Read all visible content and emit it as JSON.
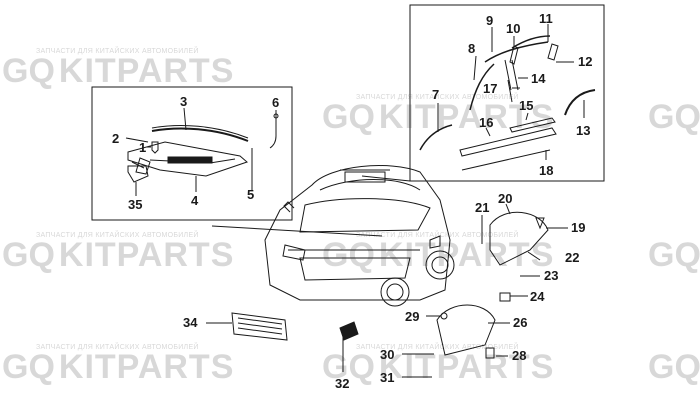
{
  "watermark": {
    "brand": "KITPARTS",
    "tagline": "ЗАПЧАСТИ ДЛЯ КИТАЙСКИХ АВТОМОБИЛЕЙ"
  },
  "callouts": {
    "c1": "1",
    "c2": "2",
    "c3": "3",
    "c4": "4",
    "c5": "5",
    "c6": "6",
    "c7": "7",
    "c8": "8",
    "c9": "9",
    "c10": "10",
    "c11": "11",
    "c12": "12",
    "c13": "13",
    "c14": "14",
    "c15": "15",
    "c16": "16",
    "c17": "17",
    "c18": "18",
    "c19": "19",
    "c20": "20",
    "c21": "21",
    "c22": "22",
    "c23": "23",
    "c24": "24",
    "c26": "26",
    "c28": "28",
    "c29": "29",
    "c30": "30",
    "c31": "31",
    "c32": "32",
    "c34": "34",
    "c35": "35"
  },
  "colors": {
    "line": "#1a1a1a",
    "watermark": "#d8d8d8",
    "background": "#ffffff"
  }
}
